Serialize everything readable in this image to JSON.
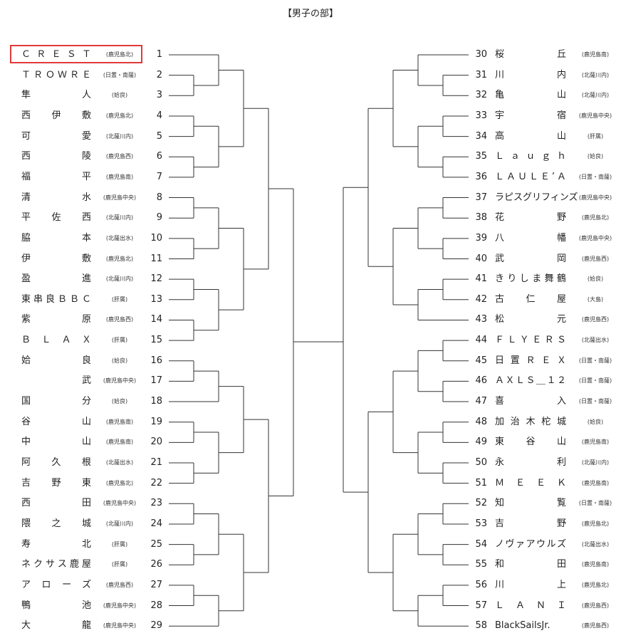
{
  "title": "【男子の部】",
  "highlight_seed": 1,
  "left": [
    {
      "name": "ＣＲＥＳＴ",
      "region": "(鹿児島北)",
      "seed": "1"
    },
    {
      "name": "ＴＲＯＷＲＥ",
      "region": "(日置・南薩)",
      "seed": "2"
    },
    {
      "name": "隼　　　人",
      "region": "(姶良)",
      "seed": "3"
    },
    {
      "name": "西　伊　敷",
      "region": "(鹿児島北)",
      "seed": "4"
    },
    {
      "name": "可　　　愛",
      "region": "(北薩川内)",
      "seed": "5"
    },
    {
      "name": "西　　　陵",
      "region": "(鹿児島西)",
      "seed": "6"
    },
    {
      "name": "福　　　平",
      "region": "(鹿児島南)",
      "seed": "7"
    },
    {
      "name": "清　　　水",
      "region": "(鹿児島中央)",
      "seed": "8"
    },
    {
      "name": "平　佐　西",
      "region": "(北薩川内)",
      "seed": "9"
    },
    {
      "name": "脇　　　本",
      "region": "(北薩出水)",
      "seed": "10"
    },
    {
      "name": "伊　　　敷",
      "region": "(鹿児島北)",
      "seed": "11"
    },
    {
      "name": "盈　　　進",
      "region": "(北薩川内)",
      "seed": "12"
    },
    {
      "name": "東串良ＢＢＣ",
      "region": "(肝属)",
      "seed": "13"
    },
    {
      "name": "紫　　　原",
      "region": "(鹿児島西)",
      "seed": "14"
    },
    {
      "name": "Ｂ　Ｌ　Ａ　Ｘ",
      "region": "(肝属)",
      "seed": "15"
    },
    {
      "name": "姶　　　良",
      "region": "(姶良)",
      "seed": "16"
    },
    {
      "name": "　武　",
      "region": "(鹿児島中央)",
      "seed": "17"
    },
    {
      "name": "国　　　分",
      "region": "(姶良)",
      "seed": "18"
    },
    {
      "name": "谷　　　山",
      "region": "(鹿児島南)",
      "seed": "19"
    },
    {
      "name": "中　　　山",
      "region": "(鹿児島南)",
      "seed": "20"
    },
    {
      "name": "阿　久　根",
      "region": "(北薩出水)",
      "seed": "21"
    },
    {
      "name": "吉　野　東",
      "region": "(鹿児島北)",
      "seed": "22"
    },
    {
      "name": "西　　　田",
      "region": "(鹿児島中央)",
      "seed": "23"
    },
    {
      "name": "隈　之　城",
      "region": "(北薩川内)",
      "seed": "24"
    },
    {
      "name": "寿　　　北",
      "region": "(肝属)",
      "seed": "25"
    },
    {
      "name": "ネクサス鹿屋",
      "region": "(肝属)",
      "seed": "26"
    },
    {
      "name": "アローズ",
      "region": "(鹿児島西)",
      "seed": "27"
    },
    {
      "name": "鴨　　　池",
      "region": "(鹿児島中央)",
      "seed": "28"
    },
    {
      "name": "大　　　龍",
      "region": "(鹿児島中央)",
      "seed": "29"
    }
  ],
  "right": [
    {
      "name": "桜　　　丘",
      "region": "(鹿児島南)",
      "seed": "30"
    },
    {
      "name": "川　　　内",
      "region": "(北薩川内)",
      "seed": "31"
    },
    {
      "name": "亀　　　山",
      "region": "(北薩川内)",
      "seed": "32"
    },
    {
      "name": "宇　　　宿",
      "region": "(鹿児島中央)",
      "seed": "33"
    },
    {
      "name": "高　　　山",
      "region": "(肝属)",
      "seed": "34"
    },
    {
      "name": "Ｌａｕｇｈ",
      "region": "(姶良)",
      "seed": "35"
    },
    {
      "name": "ＬＡＵＬＥ’Ａ",
      "region": "(日置・南薩)",
      "seed": "36"
    },
    {
      "name": "ラピスグリフィンズ",
      "region": "(鹿児島中央)",
      "seed": "37"
    },
    {
      "name": "花　　　野",
      "region": "(鹿児島北)",
      "seed": "38"
    },
    {
      "name": "八　　　幡",
      "region": "(鹿児島中央)",
      "seed": "39"
    },
    {
      "name": "武　　　岡",
      "region": "(鹿児島西)",
      "seed": "40"
    },
    {
      "name": "きりしま舞鶴",
      "region": "(姶良)",
      "seed": "41"
    },
    {
      "name": "古　仁　屋",
      "region": "(大島)",
      "seed": "42"
    },
    {
      "name": "松　　　元",
      "region": "(鹿児島西)",
      "seed": "43"
    },
    {
      "name": "ＦＬＹＥＲＳ",
      "region": "(北薩出水)",
      "seed": "44"
    },
    {
      "name": "日置ＲＥＸ",
      "region": "(日置・南薩)",
      "seed": "45"
    },
    {
      "name": "ＡＸＬＳ＿１２",
      "region": "(日置・南薩)",
      "seed": "46"
    },
    {
      "name": "喜　　　入",
      "region": "(日置・南薩)",
      "seed": "47"
    },
    {
      "name": "加治木柁城",
      "region": "(姶良)",
      "seed": "48"
    },
    {
      "name": "東　谷　山",
      "region": "(鹿児島南)",
      "seed": "49"
    },
    {
      "name": "永　　　利",
      "region": "(北薩川内)",
      "seed": "50"
    },
    {
      "name": "ＭＥＥＫ",
      "region": "(鹿児島南)",
      "seed": "51"
    },
    {
      "name": "知　　　覧",
      "region": "(日置・南薩)",
      "seed": "52"
    },
    {
      "name": "吉　　　野",
      "region": "(鹿児島北)",
      "seed": "53"
    },
    {
      "name": "ノヴァアウルズ",
      "region": "(北薩出水)",
      "seed": "54"
    },
    {
      "name": "和　　　田",
      "region": "(鹿児島南)",
      "seed": "55"
    },
    {
      "name": "川　　　上",
      "region": "(鹿児島北)",
      "seed": "56"
    },
    {
      "name": "ＬＡＮＩ",
      "region": "(鹿児島西)",
      "seed": "57"
    },
    {
      "name": "BlackSailsJr.",
      "region": "(鹿児島西)",
      "seed": "58"
    }
  ]
}
